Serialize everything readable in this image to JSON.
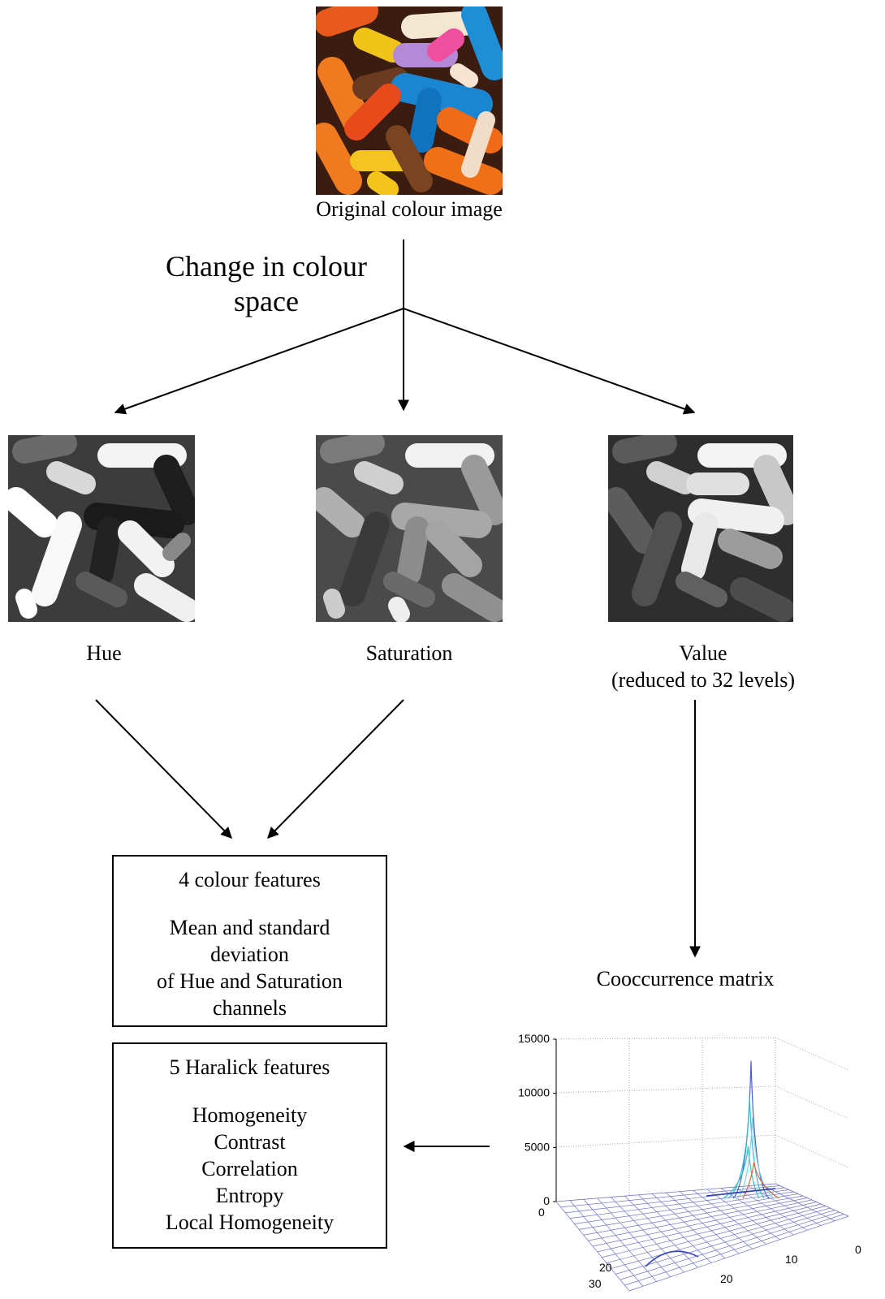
{
  "original": {
    "caption": "Original colour image"
  },
  "transform": {
    "line1": "Change in colour",
    "line2": "space"
  },
  "channels": {
    "hue": {
      "caption": "Hue"
    },
    "saturation": {
      "caption": "Saturation"
    },
    "value": {
      "caption_line1": "Value",
      "caption_line2": "(reduced to 32 levels)"
    }
  },
  "cooccurrence": {
    "title": "Cooccurrence matrix"
  },
  "colour_box": {
    "title": "4 colour features",
    "lines": [
      "Mean and standard",
      "deviation",
      "of Hue and Saturation",
      "channels"
    ]
  },
  "haralick_box": {
    "title": "5 Haralick features",
    "lines": [
      "Homogeneity",
      "Contrast",
      "Correlation",
      "Entropy",
      "Local Homogeneity"
    ]
  },
  "chart_data": {
    "type": "surface",
    "z_ticks": [
      "15000",
      "10000",
      "5000",
      "0"
    ],
    "axis_left_ticks": [
      "0",
      "20",
      "30"
    ],
    "axis_right_ticks": [
      "20",
      "10",
      "0"
    ],
    "zlim": [
      0,
      15000
    ],
    "peak_value": 13000,
    "grid": true
  }
}
